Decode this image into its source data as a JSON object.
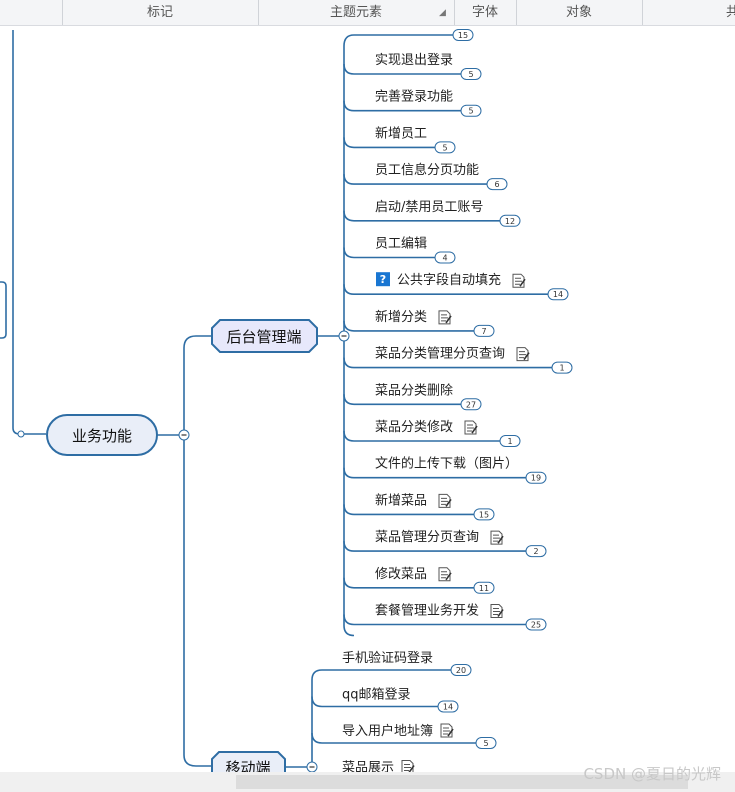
{
  "toolbar": {
    "tabs": [
      {
        "id": "marker",
        "label": "标记"
      },
      {
        "id": "topic-element",
        "label": "主题元素"
      },
      {
        "id": "font",
        "label": "字体"
      },
      {
        "id": "object",
        "label": "对象"
      },
      {
        "id": "share",
        "label": "共"
      }
    ]
  },
  "mindmap": {
    "central": {
      "label": "业务功能"
    },
    "backend": {
      "label": "后台管理端",
      "topics": [
        {
          "label": "实现退出登录",
          "count": "5",
          "note": false,
          "help": false
        },
        {
          "label": "完善登录功能",
          "count": "5",
          "note": false,
          "help": false
        },
        {
          "label": "新增员工",
          "count": "5",
          "note": false,
          "help": false
        },
        {
          "label": "员工信息分页功能",
          "count": "6",
          "note": false,
          "help": false
        },
        {
          "label": "启动/禁用员工账号",
          "count": "12",
          "note": false,
          "help": false
        },
        {
          "label": "员工编辑",
          "count": "4",
          "note": false,
          "help": false
        },
        {
          "label": "公共字段自动填充",
          "count": "14",
          "note": true,
          "help": true
        },
        {
          "label": "新增分类",
          "count": "7",
          "note": true,
          "help": false
        },
        {
          "label": "菜品分类管理分页查询",
          "count": "1",
          "note": true,
          "help": false
        },
        {
          "label": "菜品分类删除",
          "count": "27",
          "note": false,
          "help": false
        },
        {
          "label": "菜品分类修改",
          "count": "1",
          "note": true,
          "help": false
        },
        {
          "label": "文件的上传下载（图片）",
          "count": "19",
          "note": false,
          "help": false
        },
        {
          "label": "新增菜品",
          "count": "15",
          "note": true,
          "help": false
        },
        {
          "label": "菜品管理分页查询",
          "count": "2",
          "note": true,
          "help": false
        },
        {
          "label": "修改菜品",
          "count": "11",
          "note": true,
          "help": false
        },
        {
          "label": "套餐管理业务开发",
          "count": "25",
          "note": true,
          "help": false
        }
      ],
      "top_partial_count": "15"
    },
    "mobile": {
      "label": "移动端",
      "topics": [
        {
          "label": "手机验证码登录",
          "count": "20",
          "note": false
        },
        {
          "label": "qq邮箱登录",
          "count": "14",
          "note": false
        },
        {
          "label": "导入用户地址簿",
          "count": "5",
          "note": true
        },
        {
          "label": "菜品展示",
          "count": "",
          "note": true
        }
      ]
    },
    "collapse_symbol": "−",
    "help_symbol": "?"
  },
  "colors": {
    "line": "#2e6da4",
    "node_fill": "#e9eef8",
    "node_stroke": "#2e6da4",
    "badge_fill": "#ffffff",
    "help_fill": "#1976d2"
  },
  "watermark": "CSDN @夏日的光辉"
}
